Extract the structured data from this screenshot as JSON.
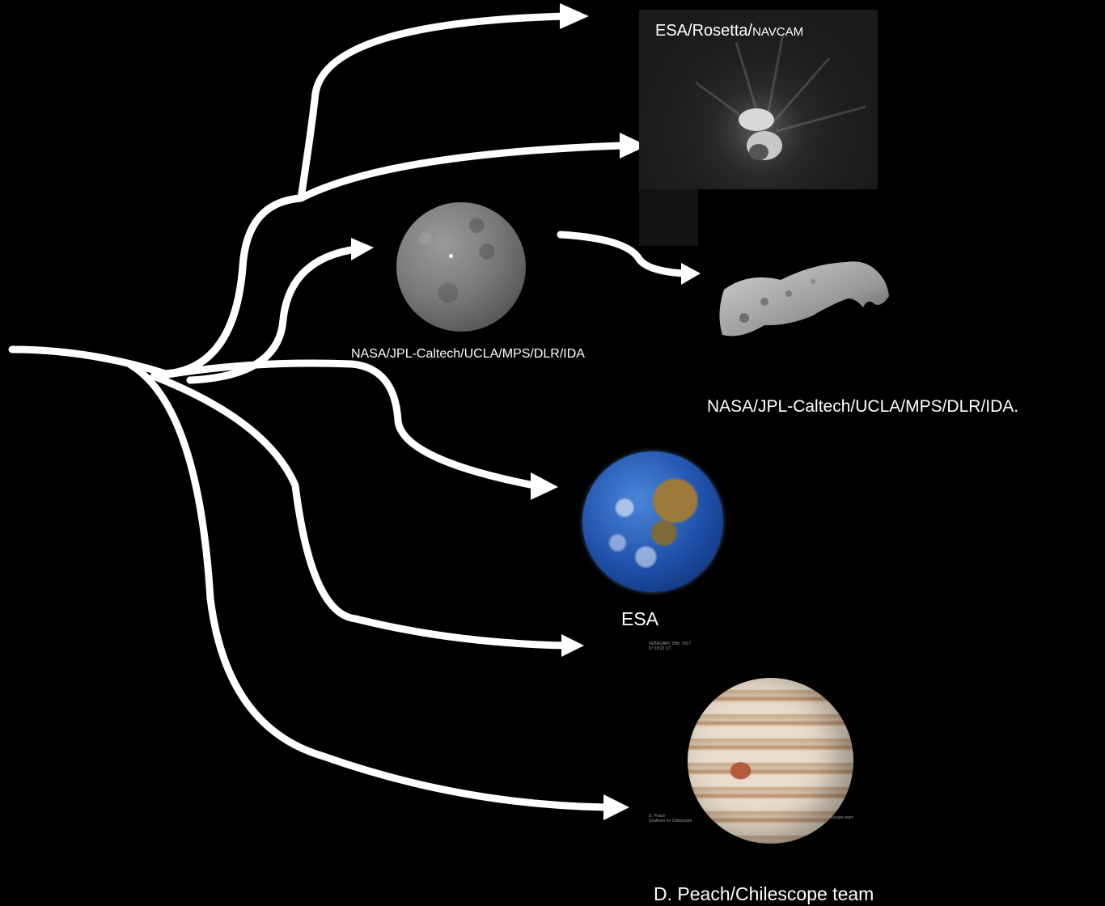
{
  "credits": {
    "comet": {
      "main": "ESA/Rosetta/",
      "sub": "NAVCAM"
    },
    "ceres": "NASA/JPL-Caltech/UCLA/MPS/DLR/IDA",
    "asteroid": "NASA/JPL-Caltech/UCLA/MPS/DLR/IDA.",
    "earth": "ESA",
    "jupiter": "D. Peach/Chilescope team"
  },
  "jupiter_small_text": {
    "date": "FEBRUARY 25th, 2017",
    "time": "07:18:22 UT",
    "left": "D. Peach",
    "left2": "Southern on Chilescope",
    "right": "D. Peach/Chilescope team"
  },
  "colors": {
    "background": "#000000",
    "arrows": "#ffffff"
  }
}
